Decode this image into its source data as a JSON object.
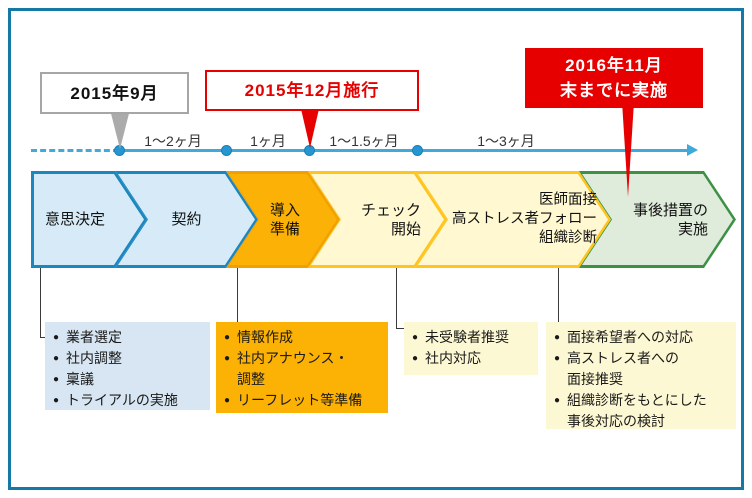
{
  "ui": {
    "bullet": "●"
  },
  "palette": {
    "frame_border": "#1579A8",
    "timeline_blue": "#3FA9DC",
    "dot_blue": "#2596D1",
    "chevron_blue_fill": "#D6EBF7",
    "chevron_blue_border": "#1C86BE",
    "chevron_orange_fill": "#FBB105",
    "chevron_yellow_fill": "#FFF8D1",
    "chevron_yellow_border": "#FFC41E",
    "chevron_green_fill": "#DFEBDB",
    "chevron_green_border": "#3C9144",
    "callout_red": "#E60000",
    "callout_gray_border": "#A6A6A6",
    "box_blue": "#D7E6F2",
    "box_orange": "#FCB105",
    "box_yellow": "#FDF8D4"
  },
  "callouts": [
    {
      "text": "2015年9月",
      "style": "gray-outline"
    },
    {
      "text": "2015年12月施行",
      "style": "red-outline"
    },
    {
      "text": "2016年11月\n末までに実施",
      "style": "red-filled"
    }
  ],
  "timeline": {
    "labels": [
      "1～2ヶ月",
      "1ヶ月",
      "1～1.5ヶ月",
      "1～3ヶ月"
    ]
  },
  "steps": [
    {
      "label": "意思決定",
      "theme": "blue"
    },
    {
      "label": "契約",
      "theme": "blue"
    },
    {
      "label": "導入\n準備",
      "theme": "orange"
    },
    {
      "label": "チェック\n開始",
      "theme": "yellow"
    },
    {
      "label": "医師面接\n高ストレス者フォロー\n組織診断",
      "theme": "yellow"
    },
    {
      "label": "事後措置の\n実施",
      "theme": "green"
    }
  ],
  "detail_boxes": [
    {
      "theme": "blue",
      "items": [
        "業者選定",
        "社内調整",
        "稟議",
        "トライアルの実施"
      ]
    },
    {
      "theme": "orange",
      "items": [
        "情報作成",
        "社内アナウンス・\n調整",
        "リーフレット等準備"
      ]
    },
    {
      "theme": "yellow",
      "items": [
        "未受験者推奨",
        "社内対応"
      ]
    },
    {
      "theme": "yellow",
      "items": [
        "面接希望者への対応",
        "高ストレス者への\n面接推奨",
        "組織診断をもとにした\n事後対応の検討"
      ]
    }
  ]
}
